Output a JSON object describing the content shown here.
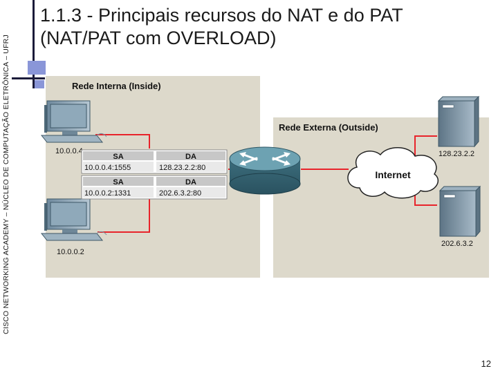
{
  "sidebar": {
    "label": "CISCO NETWORKING ACADEMY – NÚCLEO DE COMPUTAÇÃO ELETRÔNICA – UFRJ"
  },
  "slide": {
    "title_line1": "1.1.3 - Principais recursos do NAT e do PAT",
    "title_line2": "(NAT/PAT com OVERLOAD)",
    "page_number": "12"
  },
  "diagram": {
    "inside_label": "Rede Interna (Inside)",
    "outside_label": "Rede Externa (Outside)",
    "internet_label": "Internet",
    "hosts": {
      "host_a": "10.0.0.4",
      "host_b": "10.0.0.2"
    },
    "servers": {
      "server_a": "128.23.2.2",
      "server_b": "202.6.3.2"
    },
    "tables": [
      {
        "sa_header": "SA",
        "da_header": "DA",
        "sa": "10.0.0.4:1555",
        "da": "128.23.2.2:80"
      },
      {
        "sa_header": "SA",
        "da_header": "DA",
        "sa": "10.0.0.2:1331",
        "da": "202.6.3.2:80"
      }
    ]
  }
}
